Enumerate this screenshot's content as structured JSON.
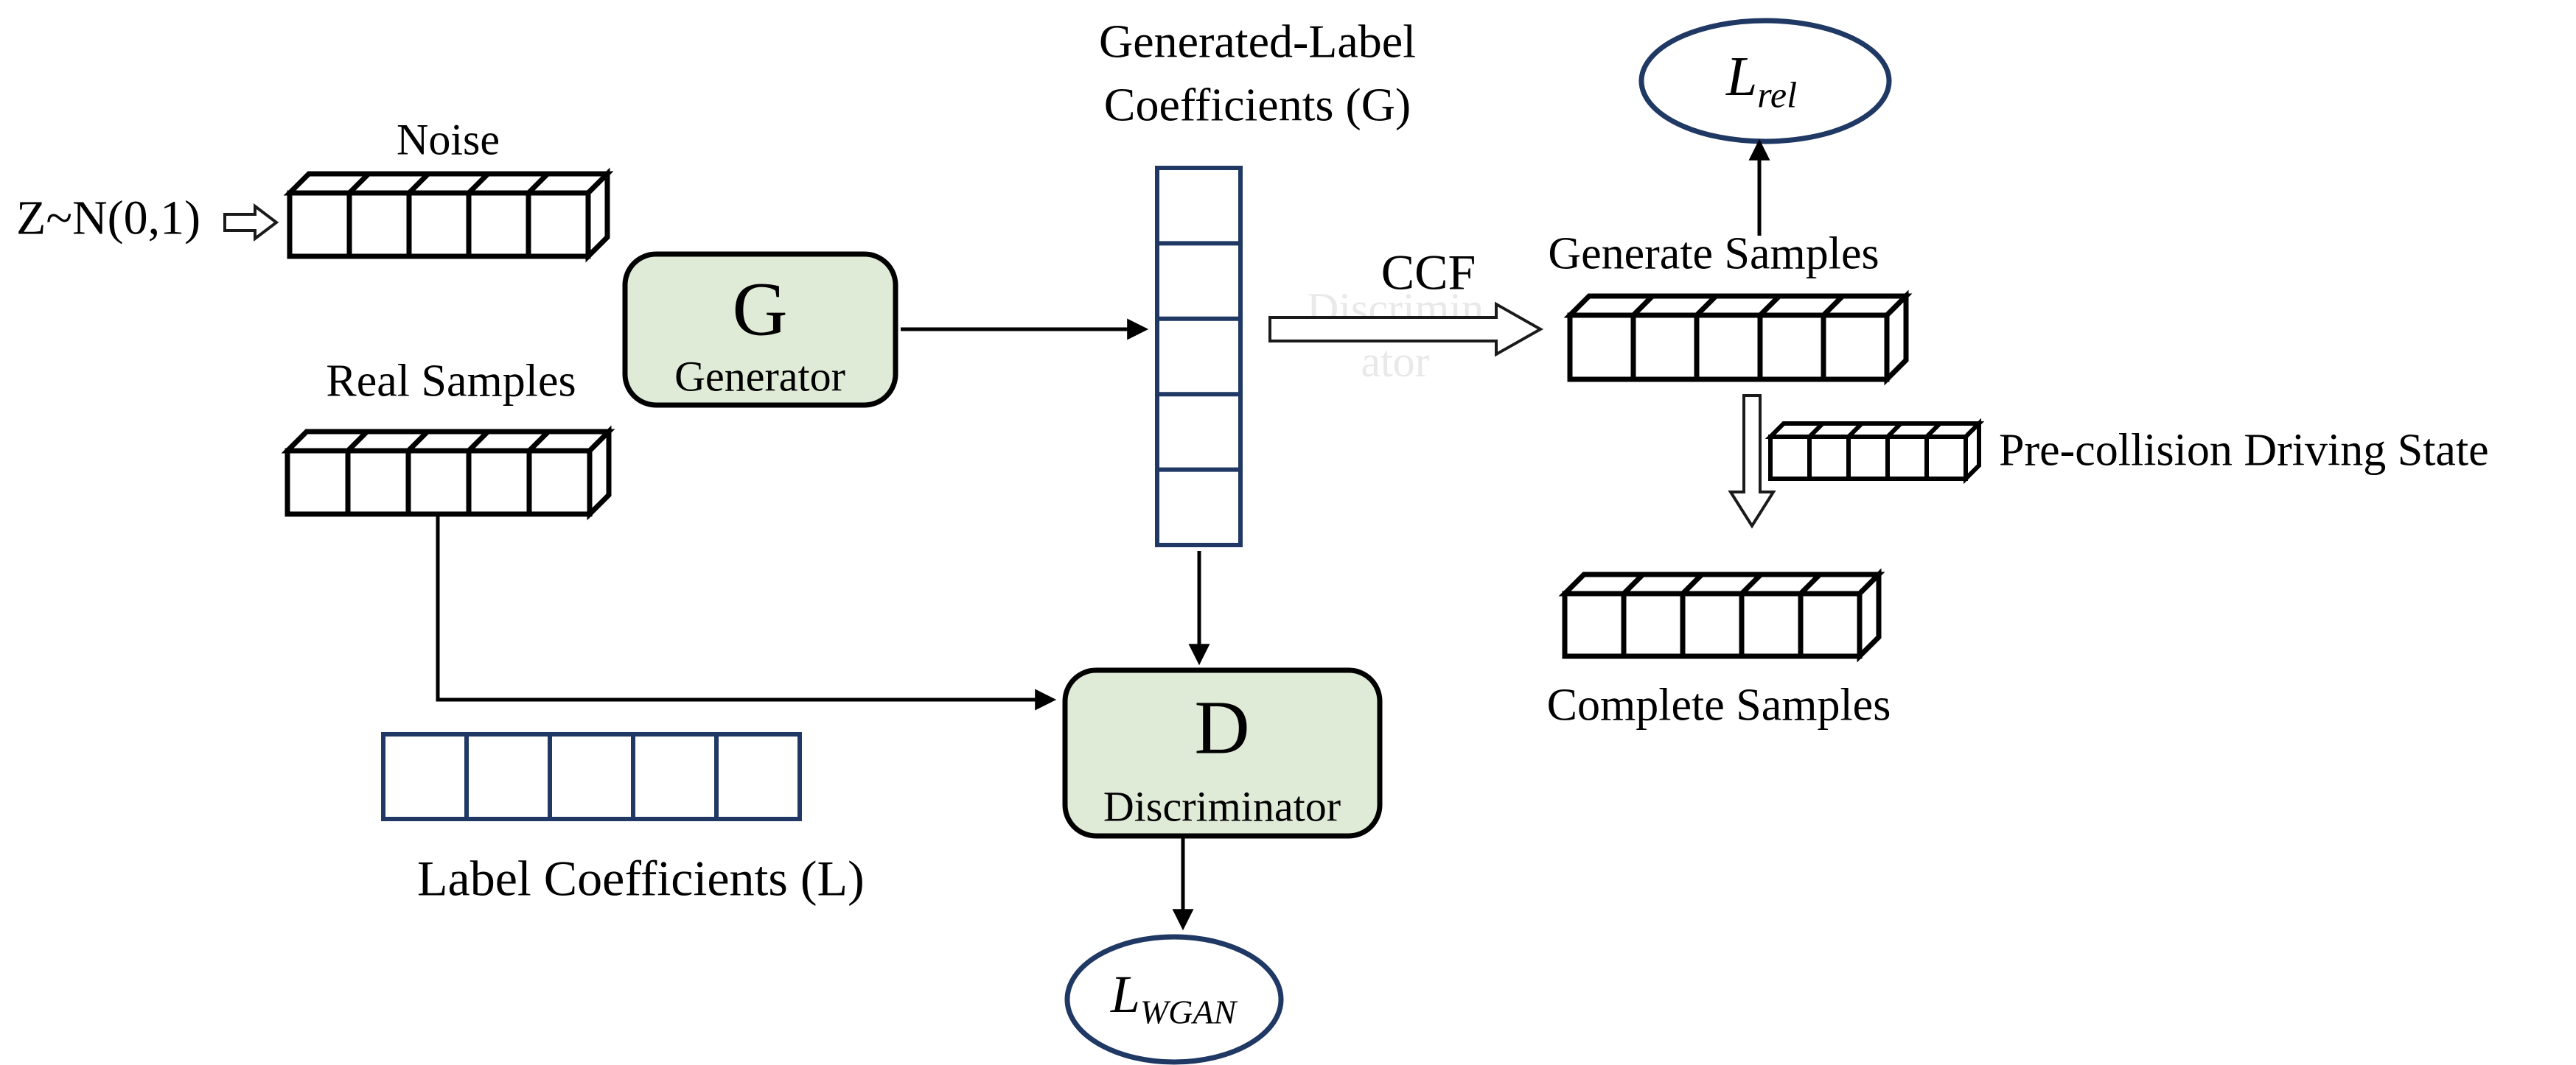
{
  "colors": {
    "box_green": "#dfead7",
    "navy": "#1f3864",
    "black": "#000000",
    "ghost_gray": "#e9e9e9"
  },
  "labels": {
    "noise_input": "Z~N(0,1)",
    "noise": "Noise",
    "real_samples": "Real Samples",
    "generator_letter": "G",
    "generator": "Generator",
    "generated_label_title_line1": "Generated-Label",
    "generated_label_title_line2": "Coefficients (G)",
    "ccf": "CCF",
    "ghost_line1": "Discrimin",
    "ghost_line2": "ator",
    "generate_samples": "Generate Samples",
    "loss_rel_base": "L",
    "loss_rel_sub": "rel",
    "pre_collision": "Pre-collision Driving State",
    "complete_samples": "Complete Samples",
    "discriminator_letter": "D",
    "discriminator": "Discriminator",
    "label_coefficients": "Label Coefficients (L)",
    "loss_wgan_base": "L",
    "loss_wgan_sub": "WGAN"
  }
}
